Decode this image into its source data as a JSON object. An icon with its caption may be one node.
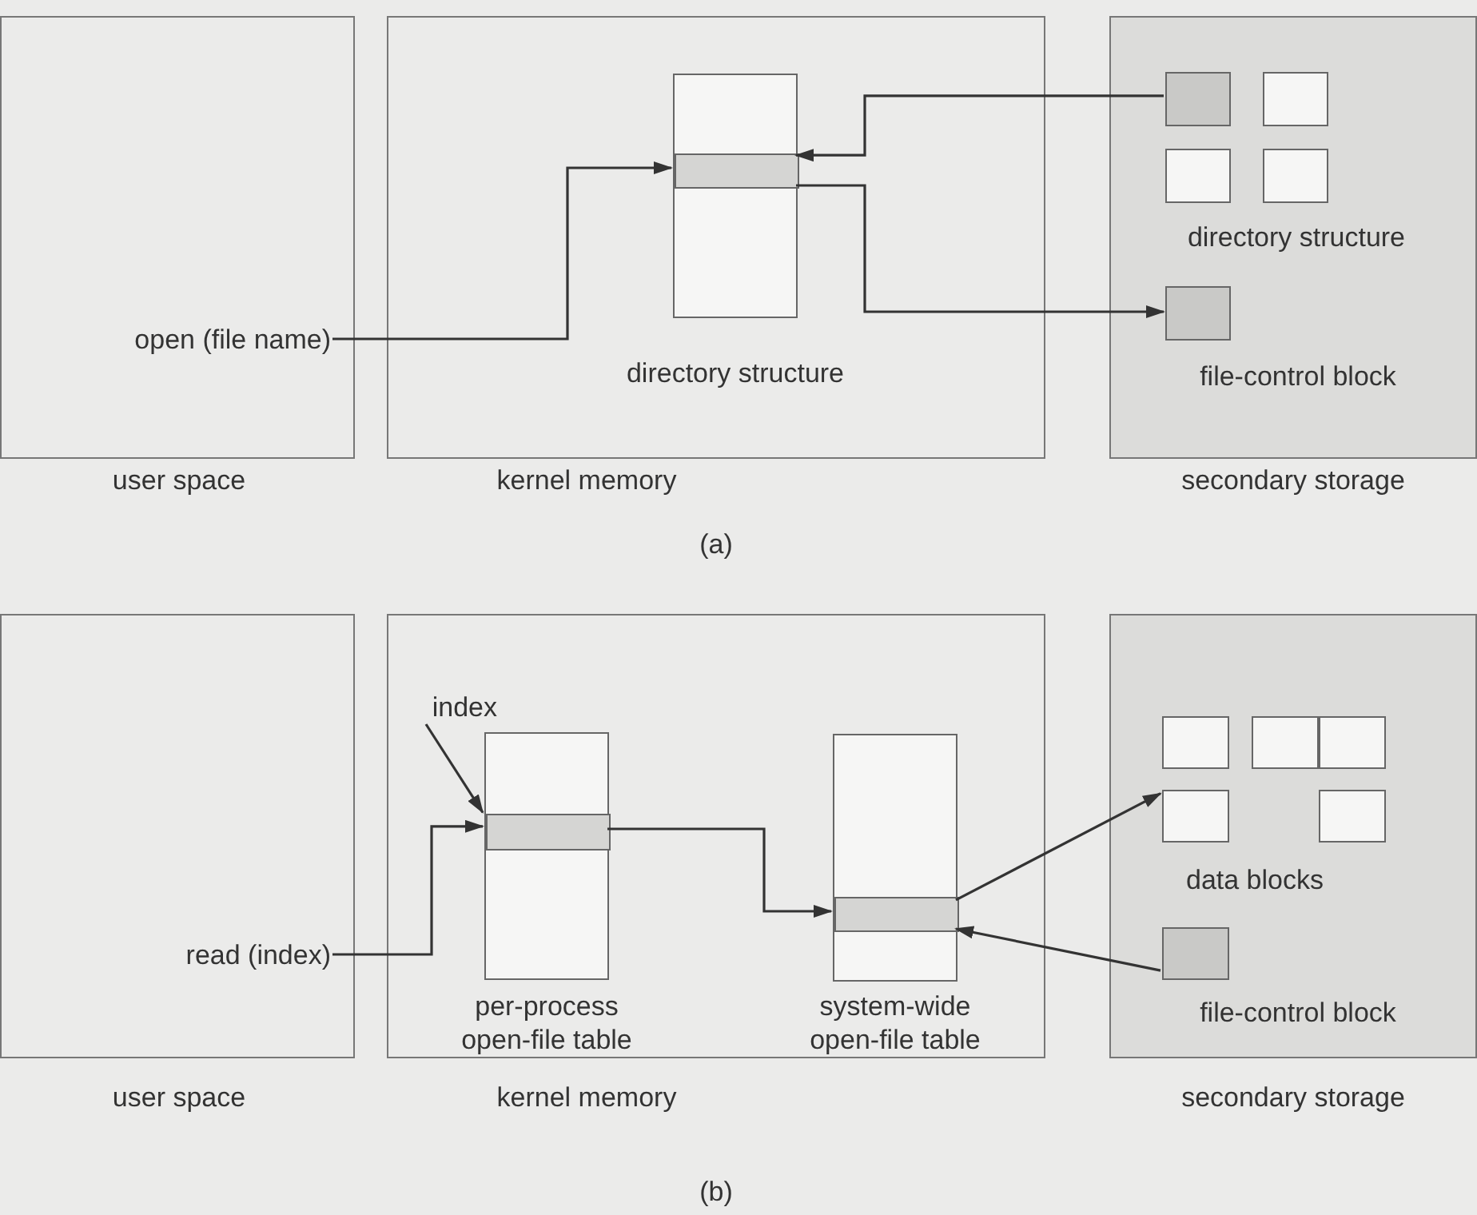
{
  "diagram": {
    "nodes": [
      {
        "text": [
          "user space"
        ]
      },
      {
        "text": [
          "kernel memory"
        ]
      },
      {
        "text": [
          "secondary storage"
        ]
      },
      {
        "text": [
          "open (file name)"
        ],
        "in": 0
      },
      {
        "text": [
          "directory structure"
        ],
        "in": 1
      },
      {
        "text": [],
        "shape": "bar",
        "in": 4
      },
      {
        "text": [],
        "shape": "box",
        "in": 2
      },
      {
        "text": [],
        "shape": "box",
        "in": 2
      },
      {
        "text": [],
        "shape": "box",
        "in": 2
      },
      {
        "text": [],
        "shape": "box",
        "in": 2
      },
      {
        "text": [],
        "shape": "box",
        "in": 2,
        "beside": [
          "file-control block"
        ]
      },
      {
        "text": [
          "user space"
        ]
      },
      {
        "text": [
          "kernel memory"
        ]
      },
      {
        "text": [
          "secondary storage"
        ]
      },
      {
        "text": [
          "read (index)"
        ],
        "in": 11
      },
      {
        "text": [
          "index"
        ],
        "in": 12
      },
      {
        "text": [
          "per-process open-file table"
        ],
        "in": 12
      },
      {
        "text": [],
        "shape": "bar",
        "in": 16
      },
      {
        "text": [
          "system-wide open-file table"
        ],
        "in": 12
      },
      {
        "text": [],
        "shape": "bar",
        "in": 18
      },
      {
        "text": [],
        "shape": "box",
        "in": 13
      },
      {
        "text": [],
        "shape": "box",
        "in": 13
      },
      {
        "text": [],
        "shape": "box",
        "in": 13
      },
      {
        "text": [],
        "shape": "box",
        "in": 13
      },
      {
        "text": [],
        "shape": "box",
        "in": 13
      },
      {
        "text": [],
        "shape": "box",
        "in": 13,
        "beside": [
          "file-control block"
        ]
      }
    ],
    "edges": [
      {
        "from": 3,
        "to": 5,
        "arrow": "to"
      },
      {
        "from": 6,
        "to": 5,
        "arrow": "to"
      },
      {
        "from": 5,
        "to": 10,
        "arrow": "to"
      },
      {
        "from": 14,
        "to": 17,
        "arrow": "to"
      },
      {
        "from": 15,
        "to": 17,
        "arrow": "to"
      },
      {
        "from": 17,
        "to": 19,
        "arrow": "to"
      },
      {
        "from": 19,
        "to": 23,
        "arrow": "to"
      },
      {
        "from": 25,
        "to": 19,
        "arrow": "to"
      }
    ],
    "labels": [
      "directory structure",
      "(a)",
      "data blocks",
      "(b)"
    ]
  }
}
